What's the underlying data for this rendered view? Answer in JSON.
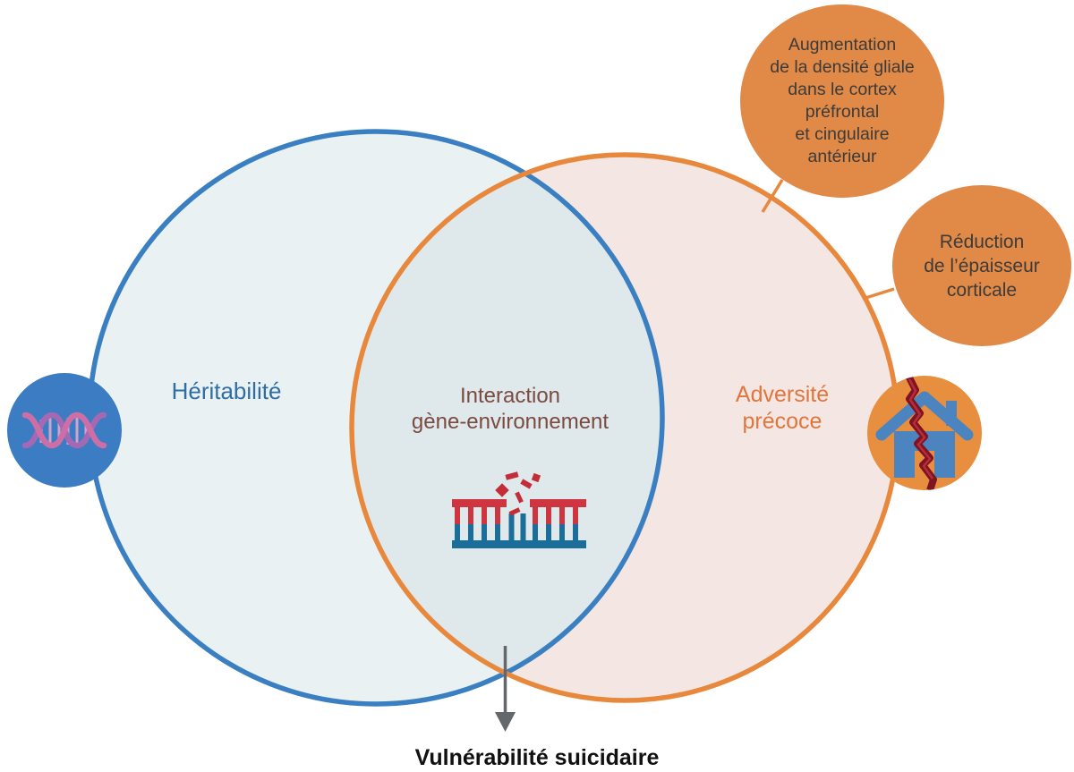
{
  "colors": {
    "blue_stroke": "#3A7FC1",
    "blue_fill": "#E9F1F3",
    "orange_stroke": "#E8883D",
    "pink_fill": "#F4E6E2",
    "overlap_fill": "#DFE8EB",
    "callout_fill": "#E18947",
    "callout_text": "#3B3B3B",
    "badge_blue": "#3B7CC2",
    "badge_orange": "#E78F3E",
    "heritability_text": "#2F6DA3",
    "interaction_text": "#7B4A40",
    "adversity_text": "#E0763B",
    "arrow_gray": "#64676B",
    "outcome_text": "#111111",
    "ladder_red": "#CF3540",
    "ladder_blue": "#1B6E99",
    "fragment_red": "#C22D38",
    "dna_pink": "#CD6FA6",
    "dna_purple": "#A469B2",
    "dna_rung_pink": "#E2A9CB",
    "house_blue": "#4B84BE",
    "crack_dark": "#7E1322",
    "crack_bright": "#C13240"
  },
  "venn": {
    "left_label": "Héritabilité",
    "overlap_label_lines": [
      "Interaction",
      "gène-environnement"
    ],
    "right_label_lines": [
      "Adversité",
      "précoce"
    ]
  },
  "callouts": {
    "glial": {
      "lines": [
        "Augmentation",
        "de la densité gliale",
        "dans le cortex",
        "préfrontal",
        "et cingulaire",
        "antérieur"
      ]
    },
    "cortical": {
      "lines": [
        "Réduction",
        "de l’épaisseur",
        "corticale"
      ]
    }
  },
  "outcome": {
    "label": "Vulnérabilité suicidaire"
  },
  "icons": {
    "left_badge": "dna-helix-icon",
    "right_badge": "broken-home-icon",
    "overlap": "dna-methylation-break-icon",
    "arrow": "down-arrow-icon"
  }
}
